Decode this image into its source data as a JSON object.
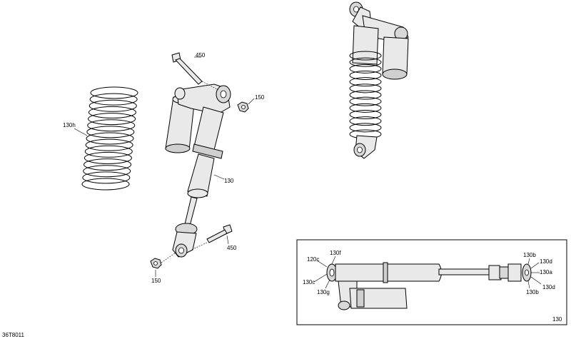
{
  "diagram_code": "36T8011",
  "inset_number": "130",
  "callouts": {
    "bolt_top": "450",
    "nut_top": "150",
    "spring": "130h",
    "shock": "130",
    "bolt_bottom": "450",
    "nut_bottom": "150"
  },
  "inset_callouts": {
    "c1": "120c",
    "c2": "130f",
    "c3": "130c",
    "c4": "130g",
    "c5": "130b",
    "c6": "130d",
    "c7": "130a",
    "c8": "130d",
    "c9": "130b"
  }
}
